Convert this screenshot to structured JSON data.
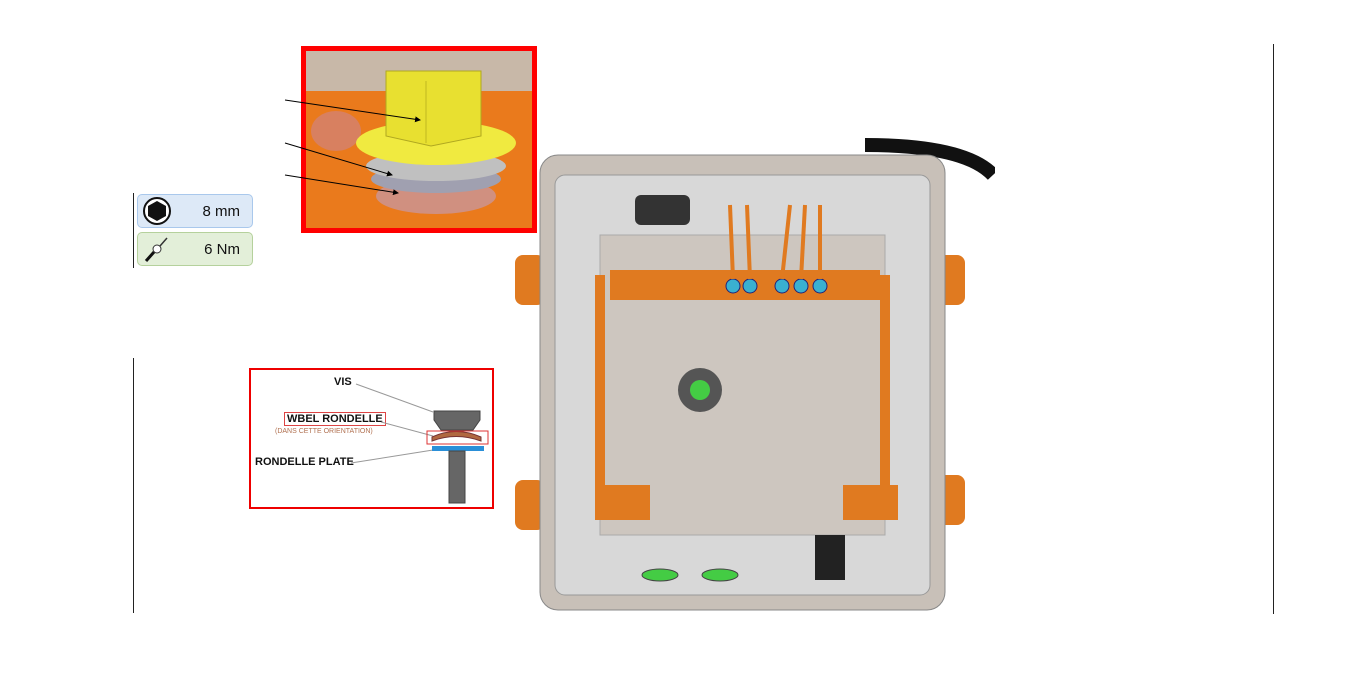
{
  "specs": {
    "socket_size": "8 mm",
    "torque": "6 Nm",
    "socket_icon": "hex-socket-icon",
    "torque_icon": "torque-wrench-icon"
  },
  "washer_detail": {
    "screw_label": "VIS",
    "washer_label": "WBEL RONDELLE",
    "washer_note": "(DANS CETTE ORIENTATION)",
    "flat_washer_label": "RONDELLE PLATE"
  },
  "colors": {
    "accent_red": "#ff0000",
    "copper": "#e8781e",
    "washer_blue": "#2a8fd8",
    "cap_yellow": "#e8e030"
  }
}
